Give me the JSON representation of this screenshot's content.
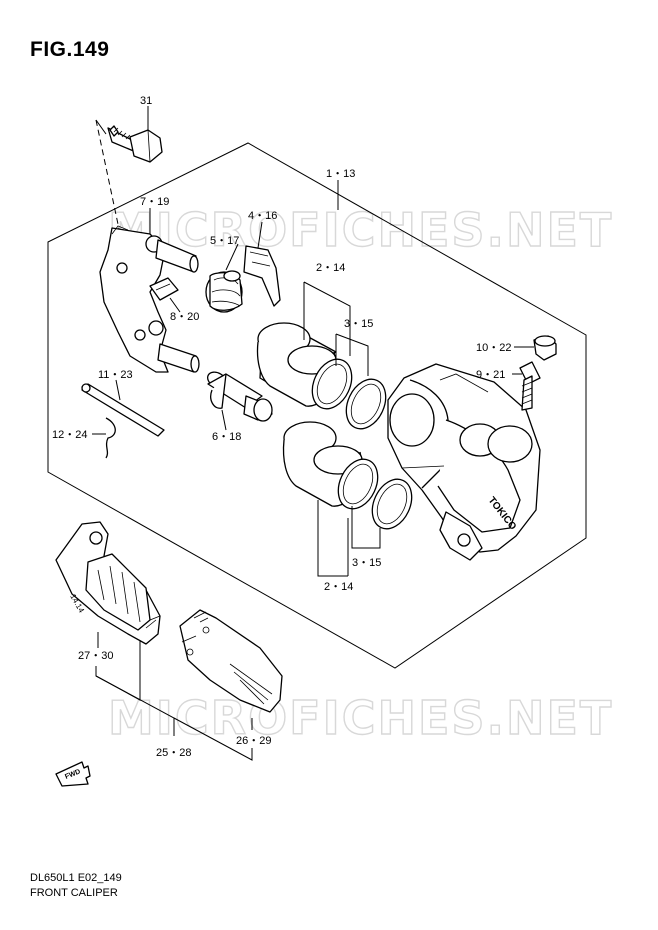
{
  "figure": {
    "title": "FIG.149"
  },
  "footer": {
    "model_code": "DL650L1 E02_149",
    "caption": "FRONT CALIPER"
  },
  "watermark": {
    "text": "MICROFICHES.NET"
  },
  "callouts": {
    "c31": "31",
    "c1_13": "1・13",
    "c7_19": "7・19",
    "c4_16": "4・16",
    "c5_17": "5・17",
    "c2_14_top": "2・14",
    "c8_20": "8・20",
    "c3_15_top": "3・15",
    "c10_22": "10・22",
    "c9_21": "9・21",
    "c11_23": "11・23",
    "c12_24": "12・24",
    "c6_18": "6・18",
    "c3_15_bottom": "3・15",
    "c2_14_bottom": "2・14",
    "c27_30": "27・30",
    "c25_28": "25・28",
    "c26_29": "26・29"
  },
  "caliper_brand": "TOKICO",
  "pad_marking": "14.14",
  "fwd_arrow_label": "FWD"
}
